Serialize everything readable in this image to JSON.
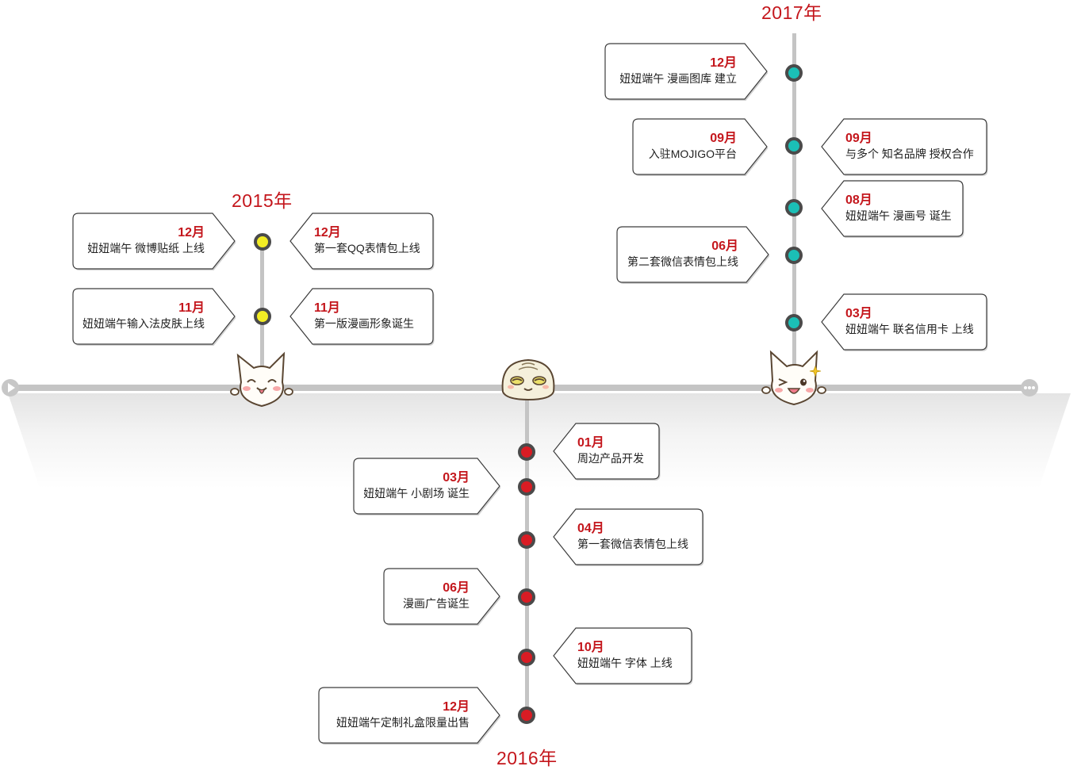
{
  "years": {
    "y2015": "2015年",
    "y2016": "2016年",
    "y2017": "2017年"
  },
  "colors": {
    "accent_red": "#c4161c",
    "dot_2015": "#f2ec24",
    "dot_2016": "#d91c24",
    "dot_2017": "#1bbfb6",
    "axis": "#c4c4c4"
  },
  "events": {
    "e2015_12_left": {
      "month": "12月",
      "text": "妞妞端午 微博贴纸 上线"
    },
    "e2015_12_right": {
      "month": "12月",
      "text": "第一套QQ表情包上线"
    },
    "e2015_11_left": {
      "month": "11月",
      "text": "妞妞端午输入法皮肤上线"
    },
    "e2015_11_right": {
      "month": "11月",
      "text": "第一版漫画形象诞生"
    },
    "e2016_01_right": {
      "month": "01月",
      "text": "周边产品开发"
    },
    "e2016_03_left": {
      "month": "03月",
      "text": "妞妞端午 小剧场 诞生"
    },
    "e2016_04_right": {
      "month": "04月",
      "text": "第一套微信表情包上线"
    },
    "e2016_06_left": {
      "month": "06月",
      "text": "漫画广告诞生"
    },
    "e2016_10_right": {
      "month": "10月",
      "text": "妞妞端午 字体 上线"
    },
    "e2016_12_left": {
      "month": "12月",
      "text": "妞妞端午定制礼盒限量出售"
    },
    "e2017_12_left": {
      "month": "12月",
      "text": "妞妞端午 漫画图库 建立"
    },
    "e2017_09_left": {
      "month": "09月",
      "text": "入驻MOJIGO平台"
    },
    "e2017_09_right": {
      "month": "09月",
      "text": "与多个 知名品牌 授权合作"
    },
    "e2017_08_right": {
      "month": "08月",
      "text": "妞妞端午 漫画号 诞生"
    },
    "e2017_06_left": {
      "month": "06月",
      "text": "第二套微信表情包上线"
    },
    "e2017_03_right": {
      "month": "03月",
      "text": "妞妞端午 联名信用卡 上线"
    }
  },
  "icons": {
    "start": "play-icon",
    "end": "more-icon",
    "mascot_2015": "smiling-cat-icon",
    "mascot_2016": "bun-mascot-icon",
    "mascot_2017": "winking-cat-icon"
  }
}
